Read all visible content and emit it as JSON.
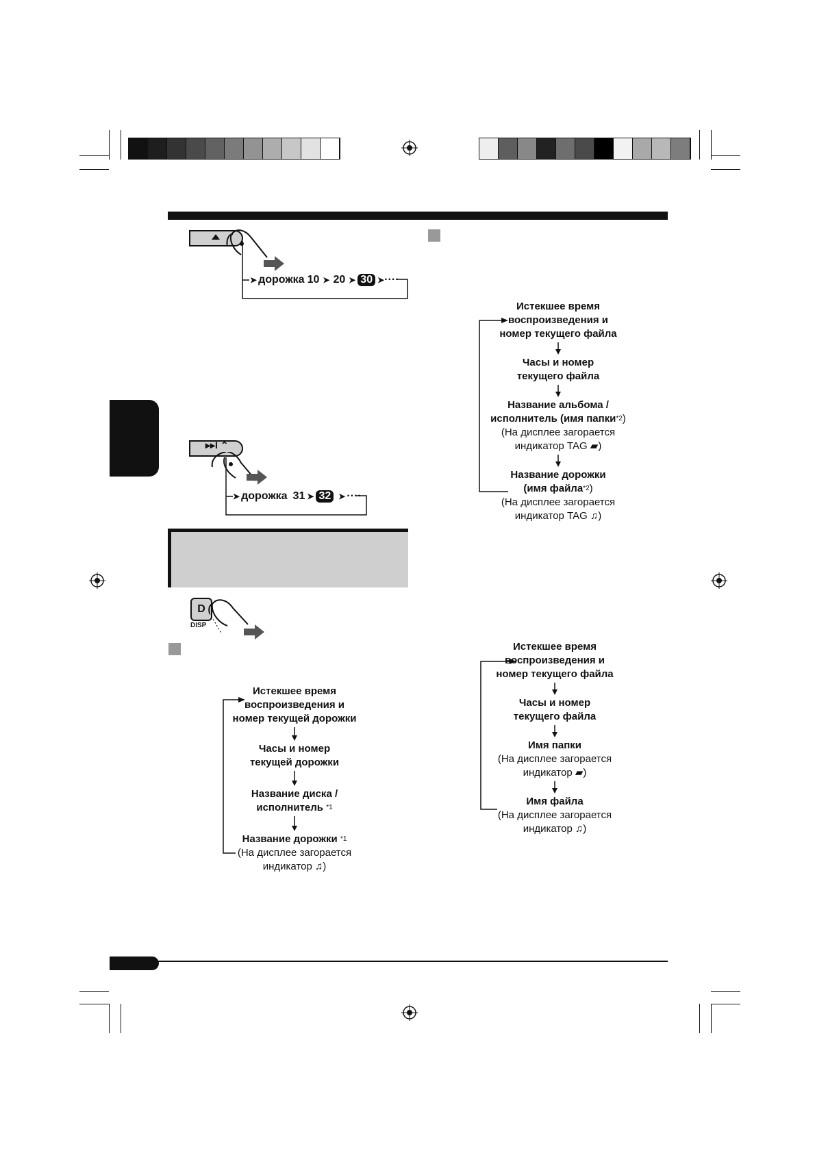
{
  "colors": {
    "black": "#111111",
    "gray_panel": "#cfcfcf",
    "gray_square": "#999999"
  },
  "calibration_left": [
    "#111111",
    "#1e1e1e",
    "#333333",
    "#4a4a4a",
    "#626262",
    "#7b7b7b",
    "#939393",
    "#adadad",
    "#c7c7c7",
    "#e2e2e2",
    "#ffffff"
  ],
  "calibration_right": [
    "#eeeeee",
    "#5e5e5e",
    "#888888",
    "#222222",
    "#6e6e6e",
    "#4a4a4a",
    "#000000",
    "#f2f2f2",
    "#a9a9a9",
    "#b8b8b8",
    "#7d7d7d"
  ],
  "sequence_top": {
    "label": "дорожка",
    "items": [
      "10",
      "20"
    ],
    "highlight": "30",
    "dots": "····"
  },
  "sequence_mid": {
    "label": "дорожка",
    "items": [
      "31"
    ],
    "highlight": "32",
    "dots": "····"
  },
  "button_disp": {
    "key": "D",
    "label": "DISP"
  },
  "flow_cd": {
    "s1": [
      "Истекшее время",
      "воспроизведения и",
      "номер текущей дорожки"
    ],
    "s2": [
      "Часы и номер",
      "текущей дорожки"
    ],
    "s3": [
      "Название диска /",
      "исполнитель"
    ],
    "s3_note": "*1",
    "s4": "Название дорожки",
    "s4_note": "*1",
    "s4_info": [
      "(На дисплее загорается",
      "индикатор",
      ")"
    ]
  },
  "flow_tag": {
    "s1": [
      "Истекшее время",
      "воспроизведения и",
      "номер текущего файла"
    ],
    "s2": [
      "Часы и номер",
      "текущего файла"
    ],
    "s3": [
      "Название альбома /",
      "исполнитель (имя папки"
    ],
    "s3_note": "*2",
    "s3_close": ")",
    "s3_info": [
      "(На дисплее загорается",
      "индикатор TAG",
      ")"
    ],
    "s4": [
      "Название дорожки",
      "(имя файла"
    ],
    "s4_note": "*2",
    "s4_close": ")",
    "s4_info": [
      "(На дисплее загорается",
      "индикатор TAG",
      ")"
    ]
  },
  "flow_notag": {
    "s1": [
      "Истекшее время",
      "воспроизведения и",
      "номер текущего файла"
    ],
    "s2": [
      "Часы и номер",
      "текущего файла"
    ],
    "s3": "Имя папки",
    "s3_info": [
      "(На дисплее загорается",
      "индикатор",
      ")"
    ],
    "s4": "Имя файла",
    "s4_info": [
      "(На дисплее загорается",
      "индикатор",
      ")"
    ]
  }
}
